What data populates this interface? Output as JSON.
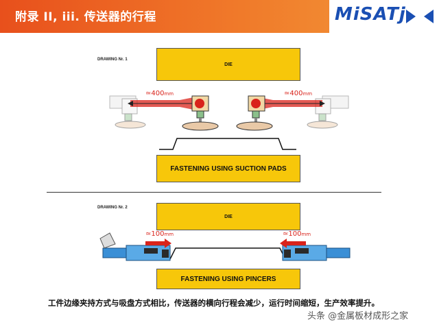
{
  "header": {
    "title": "附录 II, iii.  传送器的行程",
    "logo_text": "MiSATj"
  },
  "drawing1": {
    "label": "DRAWING Nr. 1",
    "die_label": "DIE",
    "stroke_left": "≃400",
    "stroke_right": "≃400",
    "stroke_unit": "mm",
    "fastening_label": "FASTENING USING SUCTION PADS"
  },
  "drawing2": {
    "label": "DRAWING Nr. 2",
    "die_label": "DIE",
    "stroke_left": "≃100",
    "stroke_right": "≃100",
    "stroke_unit": "mm",
    "fastening_label": "FASTENING USING PINCERS"
  },
  "caption": "工件边缘夹持方式与吸盘方式相比，传送器的横向行程会减少，运行时间缩短，生产效率提升。",
  "watermark": "头条 @金属板材成形之家",
  "colors": {
    "header_start": "#e8501c",
    "panel": "#f7c70a",
    "arrow_red": "#d9231b",
    "logo_blue": "#1a4fb3",
    "pincer_blue": "#3a8fd6"
  }
}
